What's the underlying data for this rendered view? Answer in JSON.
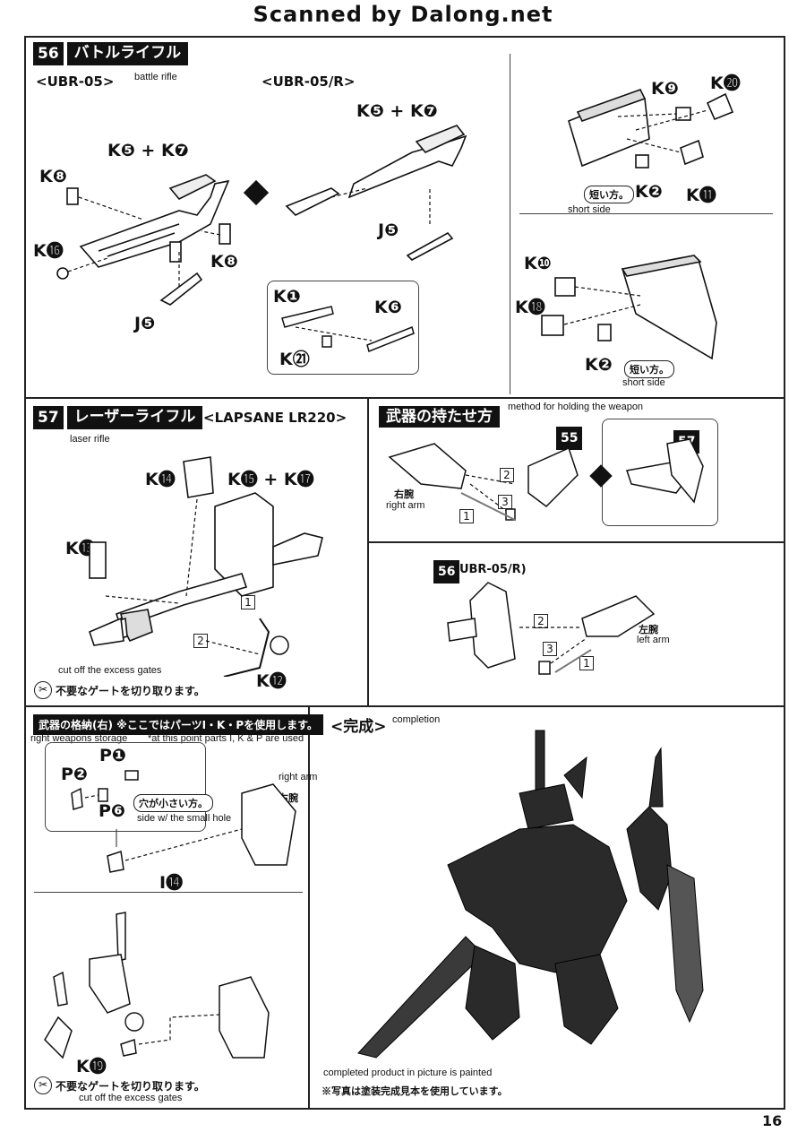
{
  "header": {
    "scan_credit": "Scanned by Dalong.net"
  },
  "page_number": "16",
  "step56": {
    "num": "56",
    "title_jp": "バトルライフル",
    "variant_a": "<UBR-05>",
    "variant_a_en": "battle rifle",
    "variant_b": "<UBR-05/R>",
    "parts_a": {
      "k5k7": "K❺ + K❼",
      "k8a": "K❽",
      "k16": "K⓰",
      "k8b": "K❽",
      "j5": "J❺"
    },
    "parts_b": {
      "k5k7": "K❺ + K❼",
      "j5": "J❺",
      "k1": "K❶",
      "k6": "K❻",
      "k21": "K㉑"
    },
    "parts_c": {
      "k9": "K❾",
      "k20": "K⓴",
      "k2": "K❷",
      "k11": "K⓫",
      "k10": "K❿",
      "k18": "K⓲",
      "k2b": "K❷"
    },
    "short_side_jp": "短い方。",
    "short_side_en": "short side"
  },
  "step57": {
    "num": "57",
    "title_jp": "レーザーライフル",
    "variant": "<LAPSANE LR220>",
    "variant_en": "laser rifle",
    "parts": {
      "k14": "K⓮",
      "k15k17": "K⓯ + K⓱",
      "k13": "K⓭",
      "k12": "K⓬"
    },
    "step1": "1",
    "step2": "2",
    "gate_en": "cut off the excess gates",
    "gate_jp": "不要なゲートを切り取ります。"
  },
  "holding": {
    "title_jp": "武器の持たせ方",
    "title_en": "method for holding the weapon",
    "ref55": "55",
    "ref57": "57",
    "right_arm_jp": "右腕",
    "right_arm_en": "right arm",
    "ref56": "56",
    "ref56_variant": "(UBR-05/R)",
    "left_arm_jp": "左腕",
    "left_arm_en": "left arm",
    "steps": [
      "1",
      "2",
      "3"
    ]
  },
  "storage": {
    "title_jp": "武器の格納(右) ※ここではパーツI・K・Pを使用します。",
    "title_en": "right weapons storage",
    "note_en": "*at this point parts I, K & P are used",
    "parts": {
      "p1": "P❶",
      "p2": "P❷",
      "p6": "P❻",
      "i14": "I⓮",
      "k19": "K⓳"
    },
    "hole_jp": "穴が小さい方。",
    "hole_en": "side w/ the small hole",
    "right_arm_en": "right arm",
    "right_arm_jp": "右腕",
    "gate_jp": "不要なゲートを切り取ります。",
    "gate_en": "cut off the excess gates"
  },
  "completion": {
    "title_jp": "<完成>",
    "title_en": "completion",
    "painted_en": "completed product in picture is painted",
    "painted_jp": "※写真は塗装完成見本を使用しています。"
  }
}
